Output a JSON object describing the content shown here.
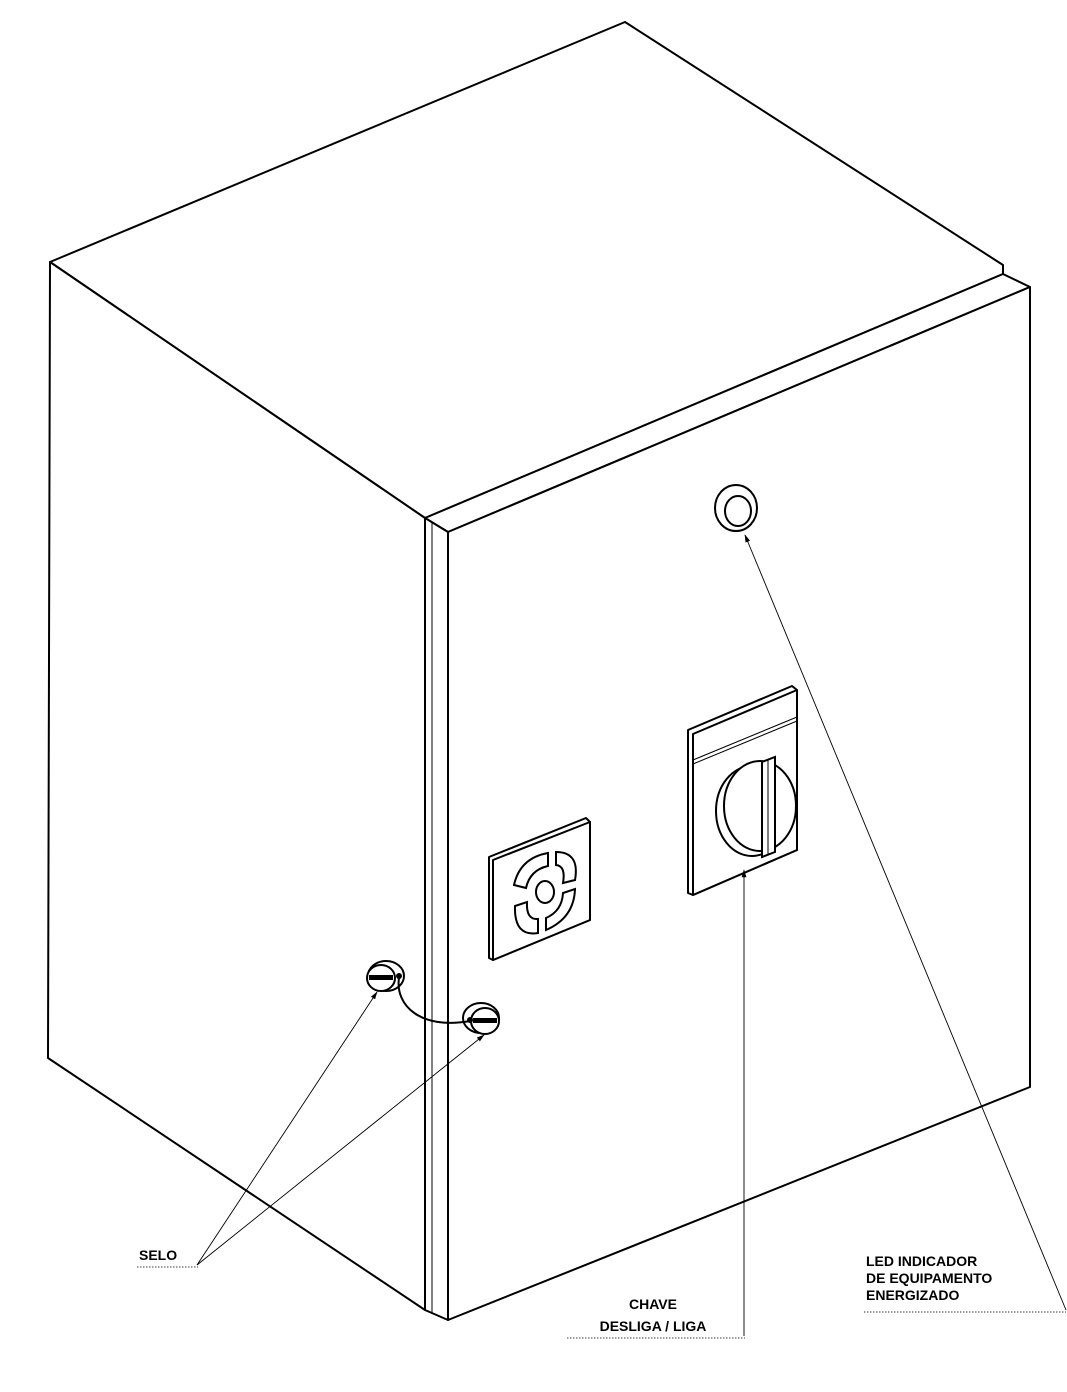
{
  "labels": {
    "selo": "SELO",
    "chave_line1": "CHAVE",
    "chave_line2": "DESLIGA / LIGA",
    "led_line1": "LED INDICADOR",
    "led_line2": "DE EQUIPAMENTO",
    "led_line3": "ENERGIZADO"
  },
  "components": [
    "enclosure-cabinet",
    "front-door",
    "led-indicator",
    "rotary-switch",
    "ventilation-grille",
    "seal-screws"
  ]
}
